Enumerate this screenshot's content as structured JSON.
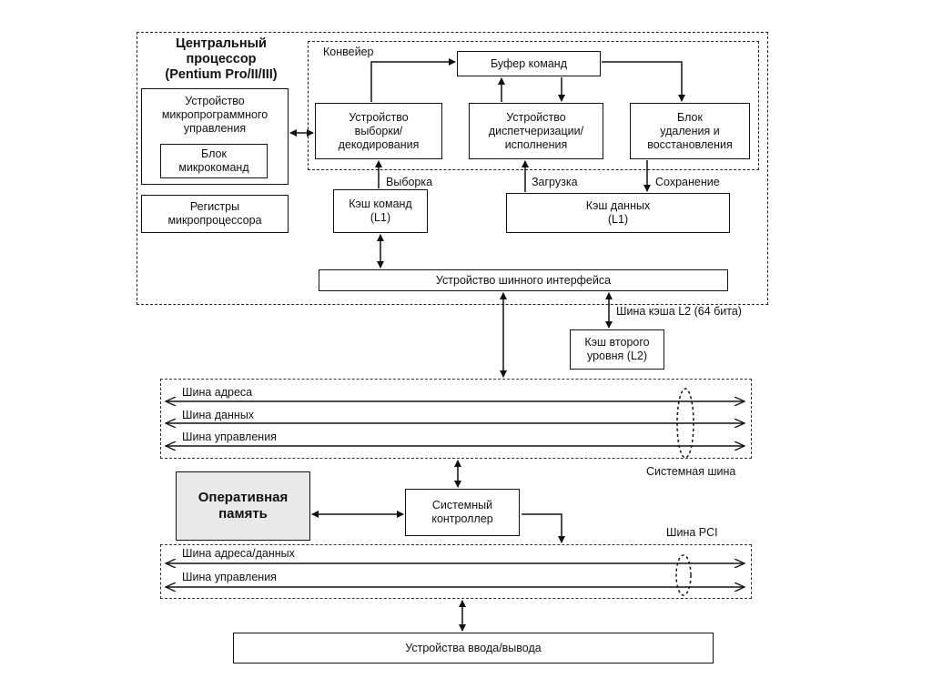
{
  "cpu": {
    "title_line1": "Центральный",
    "title_line2": "процессор",
    "title_line3": "(Pentium Pro/II/III)"
  },
  "pipeline_label": "Конвейер",
  "microcode_unit": {
    "line1": "Устройство",
    "line2": "микропрограммного",
    "line3": "управления"
  },
  "microcommand_block": {
    "line1": "Блок",
    "line2": "микрокоманд"
  },
  "registers": {
    "line1": "Регистры",
    "line2": "микропроцессора"
  },
  "fetch_decode": {
    "line1": "Устройство",
    "line2": "выборки/",
    "line3": "декодирования"
  },
  "command_buffer": "Буфер команд",
  "dispatch_exec": {
    "line1": "Устройство",
    "line2": "диспетчеризации/",
    "line3": "исполнения"
  },
  "retire_unit": {
    "line1": "Блок",
    "line2": "удаления и",
    "line3": "восстановления"
  },
  "fetch_label": "Выборка",
  "load_label": "Загрузка",
  "store_label": "Сохранение",
  "icache": {
    "line1": "Кэш команд",
    "line2": "(L1)"
  },
  "dcache": {
    "line1": "Кэш данных",
    "line2": "(L1)"
  },
  "bus_interface": "Устройство шинного интерфейса",
  "l2_bus_label": "Шина кэша L2 (64 бита)",
  "l2_cache": {
    "line1": "Кэш второго",
    "line2": "уровня (L2)"
  },
  "system_bus": {
    "address": "Шина адреса",
    "data": "Шина данных",
    "control": "Шина управления",
    "label": "Системная шина"
  },
  "ram": {
    "line1": "Оперативная",
    "line2": "память"
  },
  "system_controller": {
    "line1": "Системный",
    "line2": "контроллер"
  },
  "pci_bus": {
    "label": "Шина PCI",
    "address_data": "Шина адреса/данных",
    "control": "Шина управления"
  },
  "io_devices": "Устройства ввода/вывода"
}
